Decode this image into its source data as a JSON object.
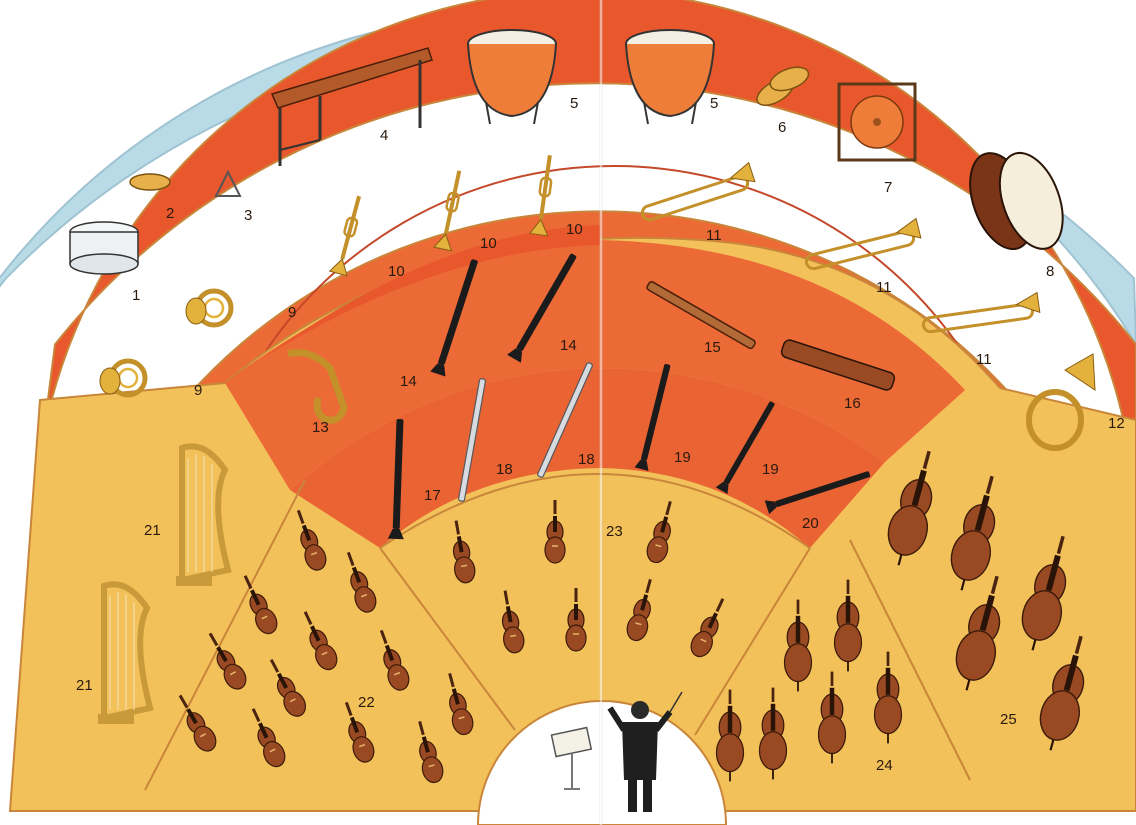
{
  "labels": {
    "snare_drum": "1",
    "tambourine": "2",
    "triangle": "3",
    "xylophone": "4",
    "timpani_left": "5",
    "timpani_right": "5",
    "cymbals": "6",
    "gong": "7",
    "bass_drum": "8",
    "horn_upper": "9",
    "horn_lower": "9",
    "trumpet_1": "10",
    "trumpet_2": "10",
    "trumpet_3": "10",
    "trombone_1": "11",
    "trombone_2": "11",
    "trombone_3": "11",
    "tuba": "12",
    "saxophone": "13",
    "clarinet_1": "14",
    "clarinet_2": "14",
    "bassoon": "15",
    "contrabassoon": "16",
    "piccolo": "17",
    "flute_1": "18",
    "flute_2": "18",
    "oboe_1": "19",
    "oboe_2": "19",
    "english_horn": "20",
    "harp_1": "21",
    "harp_2": "21",
    "first_violins": "22",
    "second_violins": "23",
    "cellos": "24",
    "double_basses": "25"
  },
  "colors": {
    "percussion_band": "#b9dbe8",
    "brass_band": "#e9572c",
    "woodwind_band": "#ec6a36",
    "string_sector": "#f3c15a",
    "outline": "#c9863a",
    "wood": "#8a3f1d",
    "brass": "#e2b23c"
  }
}
